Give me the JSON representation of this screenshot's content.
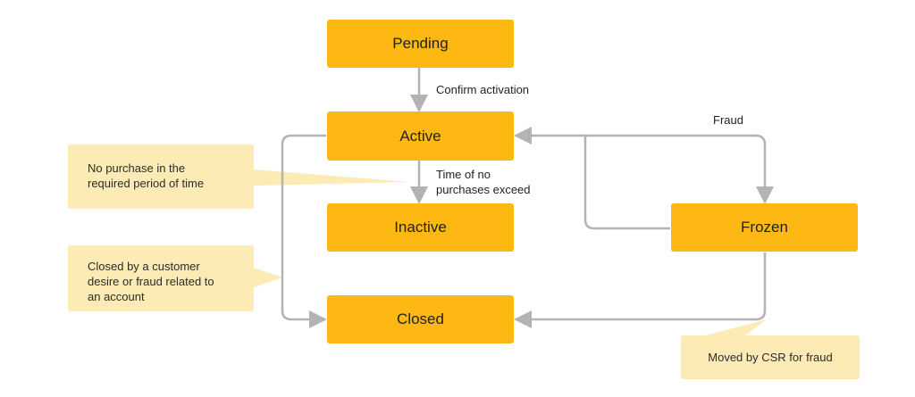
{
  "states": {
    "pending": "Pending",
    "active": "Active",
    "inactive": "Inactive",
    "frozen": "Frozen",
    "closed": "Closed"
  },
  "transitions": {
    "confirm_activation": "Confirm activation",
    "time_no_purchases_line1": "Time of no",
    "time_no_purchases_line2": "purchases exceed",
    "fraud": "Fraud"
  },
  "notes": {
    "no_purchase_line1": "No purchase in the",
    "no_purchase_line2": "required period of time",
    "closed_by_line1": "Closed by a customer",
    "closed_by_line2": "desire or fraud related to",
    "closed_by_line3": "an account",
    "moved_by_csr": "Moved by CSR for fraud"
  },
  "colors": {
    "state_fill": "#FDB813",
    "note_fill": "#FCEBB4",
    "connector": "#B3B3B3"
  }
}
